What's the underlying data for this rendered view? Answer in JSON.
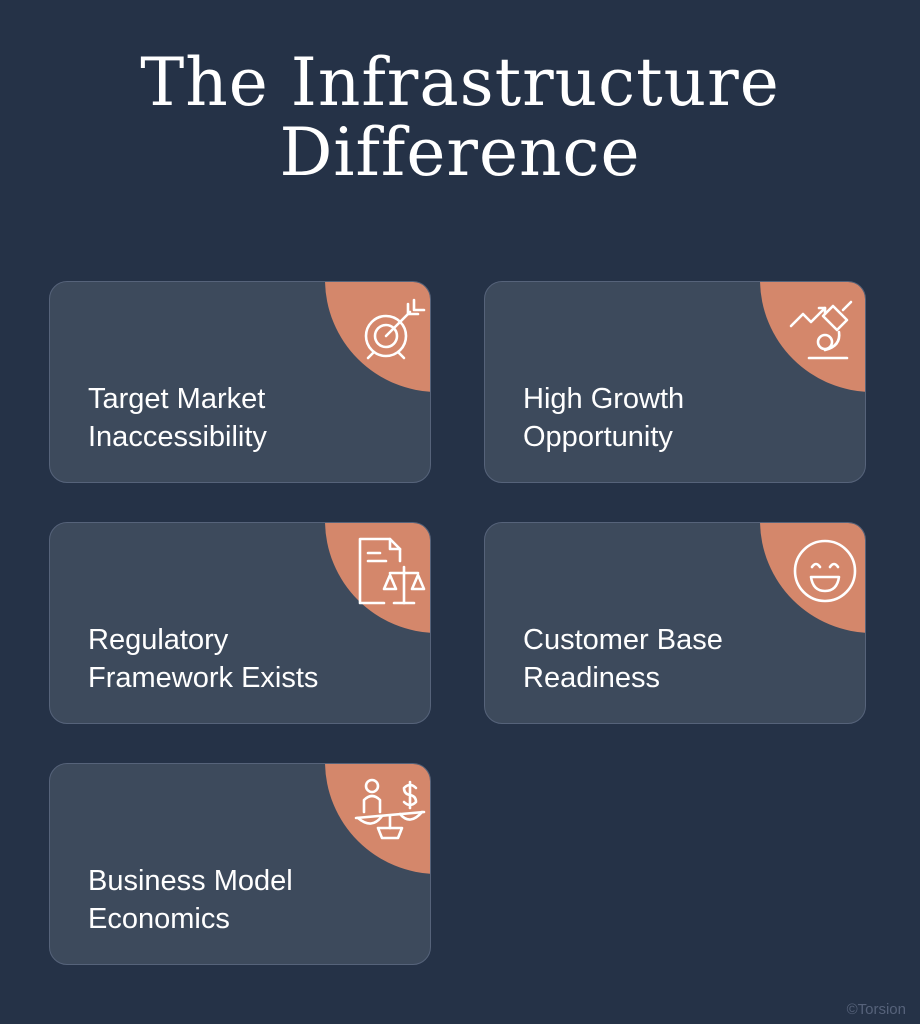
{
  "title": "The Infrastructure\nDifference",
  "cards": [
    {
      "label": "Target Market\nInaccessibility",
      "icon": "target-icon"
    },
    {
      "label": "High Growth\nOpportunity",
      "icon": "growth-microscope-icon"
    },
    {
      "label": "Regulatory\nFramework Exists",
      "icon": "document-scales-icon"
    },
    {
      "label": "Customer Base\nReadiness",
      "icon": "smiley-icon"
    },
    {
      "label": "Business Model\nEconomics",
      "icon": "balance-person-dollar-icon"
    }
  ],
  "colors": {
    "background": "#253247",
    "card": "#3d4a5c",
    "accent": "#d4876b"
  },
  "watermark": "©Torsion"
}
